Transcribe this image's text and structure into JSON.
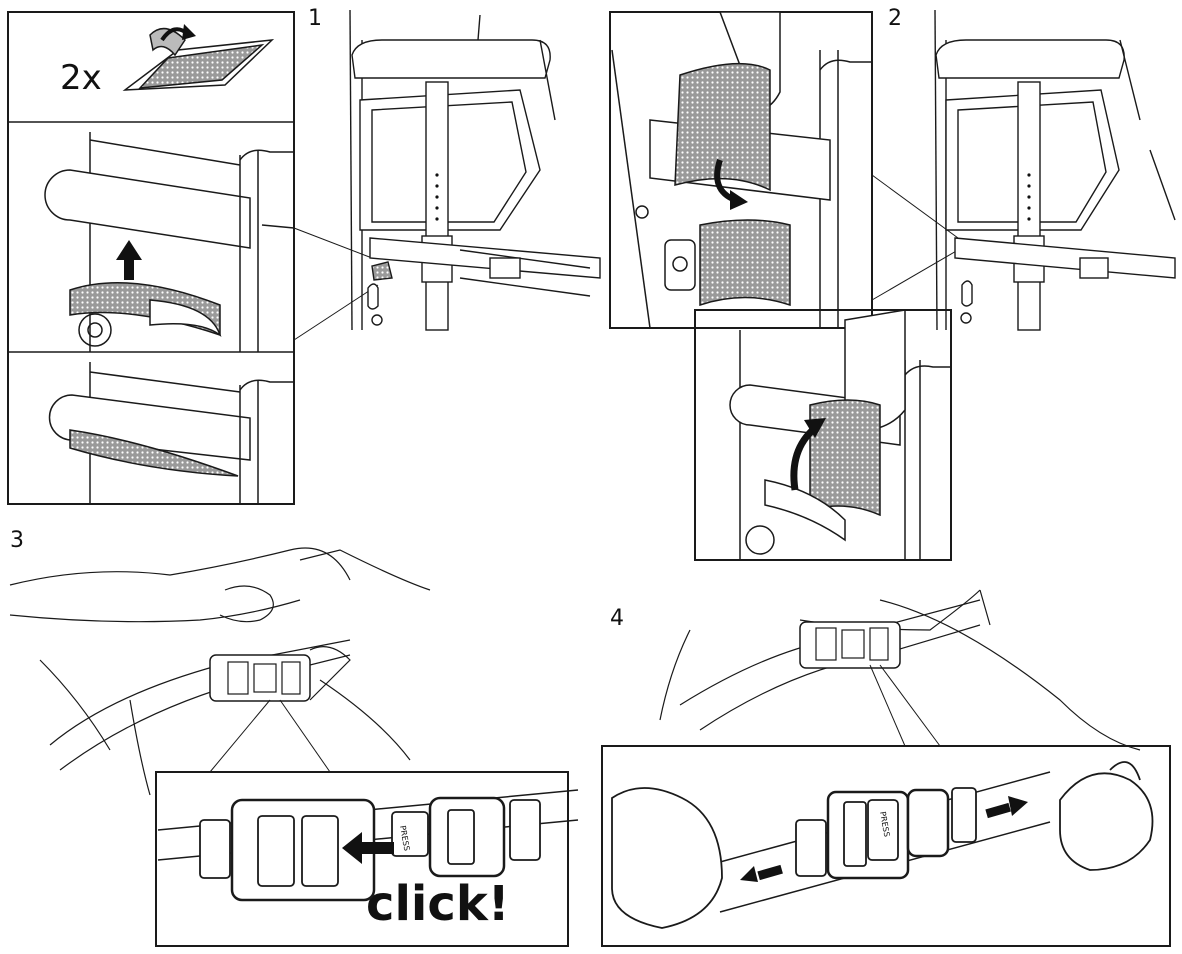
{
  "steps": {
    "step1": {
      "number": "1",
      "quantity_label": "2x"
    },
    "step2": {
      "number": "2"
    },
    "step3": {
      "number": "3",
      "sound_label": "click!",
      "buckle_label": "PRESS"
    },
    "step4": {
      "number": "4",
      "buckle_label": "PRESS"
    }
  },
  "colors": {
    "line": "#1a1a1a",
    "velcro_fill": "#8c8c8c",
    "arrow": "#111111",
    "background": "#ffffff"
  },
  "icons": [
    "arrow-up-icon",
    "arrow-left-icon",
    "arrow-right-icon",
    "curved-arrow-icon",
    "peel-arrow-icon"
  ]
}
